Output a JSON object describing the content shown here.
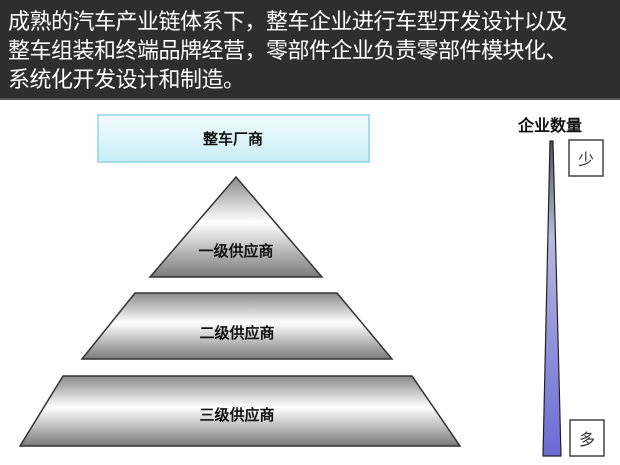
{
  "caption": {
    "lines": [
      "成熟的汽车产业链体系下，整车企业进行车型开发设计以及",
      "整车组装和终端品牌经营，零部件企业负责零部件模块化、",
      "系统化开发设计和制造。"
    ]
  },
  "diagram": {
    "oem_label": "整车厂商",
    "tiers": [
      "一级供应商",
      "二级供应商",
      "三级供应商"
    ],
    "count_axis": {
      "title": "企业数量",
      "top_label": "少",
      "bottom_label": "多"
    },
    "colors": {
      "oem_fill": "#dff6fb",
      "oem_border": "#8fd3e3",
      "bar_fill": "#7070d8",
      "caption_bg": "#2e2e2e"
    }
  }
}
